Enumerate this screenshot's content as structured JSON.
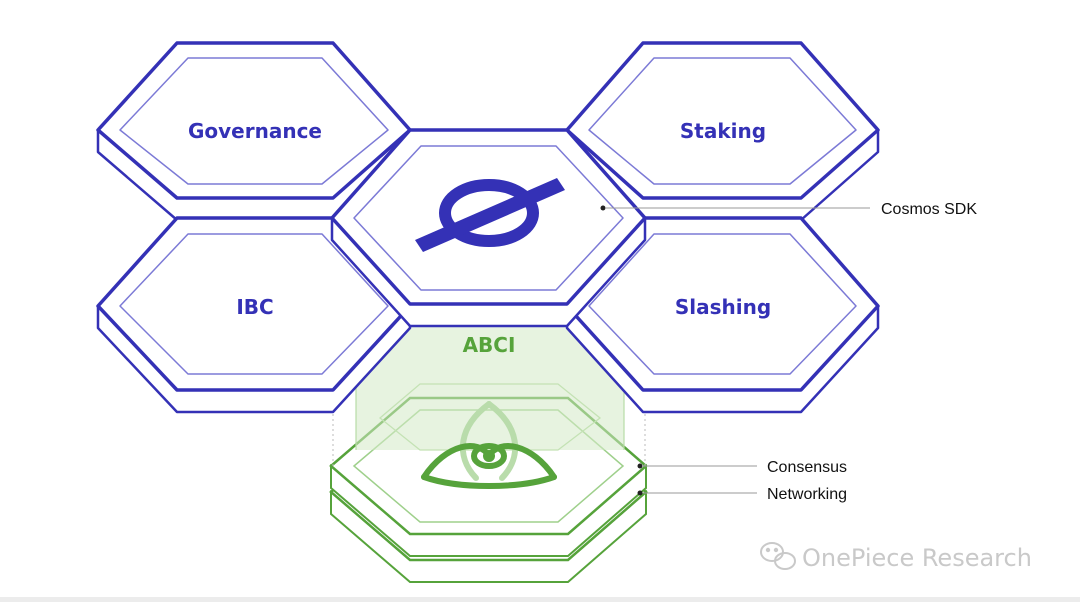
{
  "diagram": {
    "modules": [
      {
        "id": "governance",
        "label": "Governance"
      },
      {
        "id": "staking",
        "label": "Staking"
      },
      {
        "id": "ibc",
        "label": "IBC"
      },
      {
        "id": "slashing",
        "label": "Slashing"
      },
      {
        "id": "center",
        "label": "",
        "icon": "cosmos-sdk-logo-icon"
      }
    ],
    "abci_label": "ABCI",
    "tendermint_icon": "tendermint-logo-icon",
    "callouts": {
      "cosmos_sdk": "Cosmos SDK",
      "consensus": "Consensus",
      "networking": "Networking"
    },
    "watermark": "OnePiece Research",
    "colors": {
      "blue": "#3431b6",
      "blue_light": "#7c7ad6",
      "green": "#56a33b",
      "green_light": "#9fd08c",
      "green_fill": "#e3f1da",
      "callout_line": "#9a9a9a",
      "watermark": "#c9c9c9"
    }
  }
}
